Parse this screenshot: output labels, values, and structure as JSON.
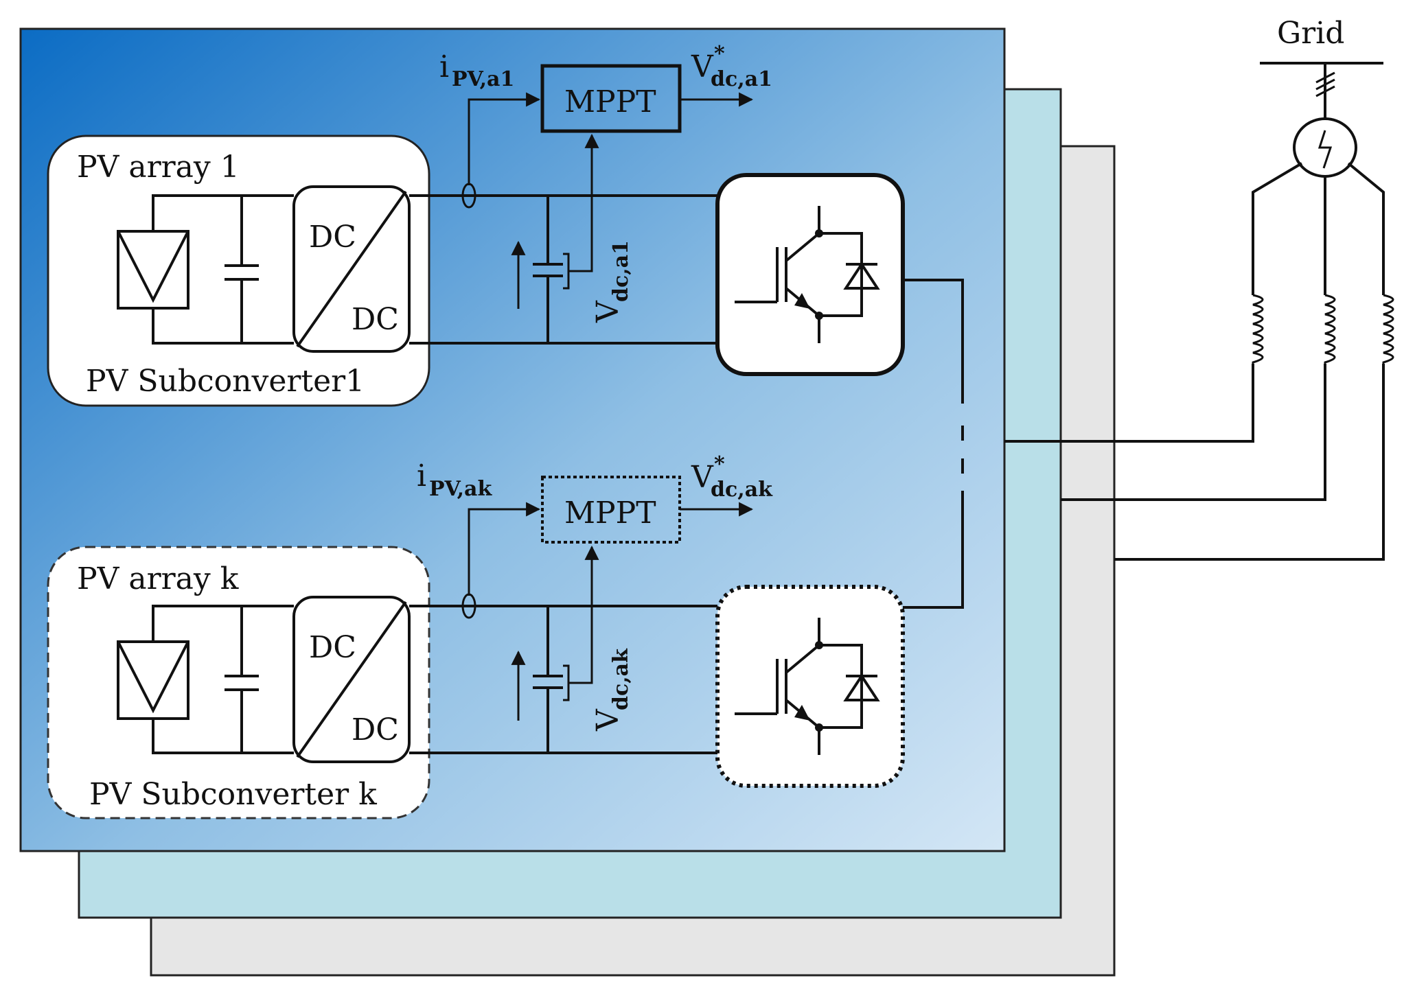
{
  "grid": {
    "label": "Grid"
  },
  "colors": {
    "front_panel_start": "#0b6cc4",
    "front_panel_end": "#cfe3f4",
    "middle_panel": "#b9dfe8",
    "back_panel": "#e6e6e6",
    "wire": "#111111"
  },
  "stage1": {
    "array_label": "PV array 1",
    "subconverter_label": "PV Subconverter1",
    "dcdc_top": "DC",
    "dcdc_bottom": "DC",
    "mppt_label": "MPPT",
    "current_sym": "i",
    "current_sub": "PV,a1",
    "voltage_ref_sym": "V",
    "voltage_ref_star": "*",
    "voltage_ref_sub": "dc,a1",
    "voltage_sym": "V",
    "voltage_sub": "dc,a1"
  },
  "stagek": {
    "array_label": "PV array k",
    "subconverter_label": "PV Subconverter k",
    "dcdc_top": "DC",
    "dcdc_bottom": "DC",
    "mppt_label": "MPPT",
    "current_sym": "i",
    "current_sub": "PV,ak",
    "voltage_ref_sym": "V",
    "voltage_ref_star": "*",
    "voltage_ref_sub": "dc,ak",
    "voltage_sym": "V",
    "voltage_sub": "dc,ak"
  },
  "icons": [
    "pv-panel-icon",
    "capacitor-icon",
    "dcdc-converter-icon",
    "igbt-switch-icon",
    "inductor-icon",
    "ac-source-icon",
    "three-phase-icon"
  ]
}
